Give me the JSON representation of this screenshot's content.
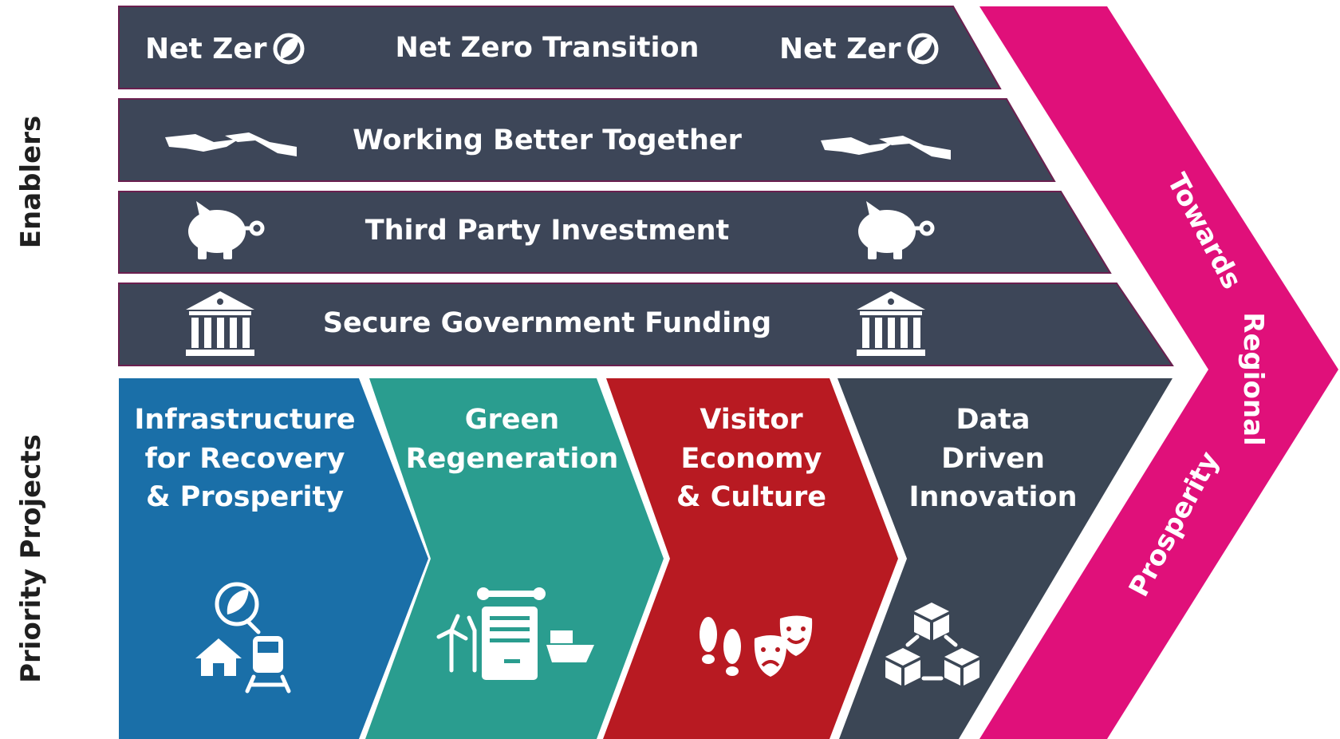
{
  "side_labels": {
    "enablers": "Enablers",
    "priority_projects": "Priority Projects"
  },
  "enablers": [
    {
      "label": "Net Zero Transition",
      "badge": "Net Zer",
      "icon": "net-zero-leaf-icon"
    },
    {
      "label": "Working Better Together",
      "icon": "handshake-hands-icon"
    },
    {
      "label": "Third Party Investment",
      "icon": "piggy-bank-icon"
    },
    {
      "label": "Secure Government Funding",
      "icon": "government-building-icon"
    }
  ],
  "projects": [
    {
      "lines": [
        "Infrastructure",
        "for Recovery",
        "& Prosperity"
      ],
      "color": "#1a6fa8",
      "icon": "energy-home-train-icon"
    },
    {
      "lines": [
        "Green",
        "Regeneration"
      ],
      "color": "#2a9d8f",
      "icon": "wind-turbine-document-ship-icon"
    },
    {
      "lines": [
        "Visitor",
        "Economy",
        "& Culture"
      ],
      "color": "#b81a22",
      "icon": "footprints-theatre-masks-icon"
    },
    {
      "lines": [
        "Data",
        "Driven",
        "Innovation"
      ],
      "color": "#3b4655",
      "icon": "connected-cubes-icon"
    }
  ],
  "outcome": {
    "words": [
      "Towards",
      "Regional",
      "Prosperity"
    ],
    "color": "#e0107a"
  },
  "colors": {
    "enabler_band": "#3d4658",
    "band_border": "#6b1f4f"
  }
}
